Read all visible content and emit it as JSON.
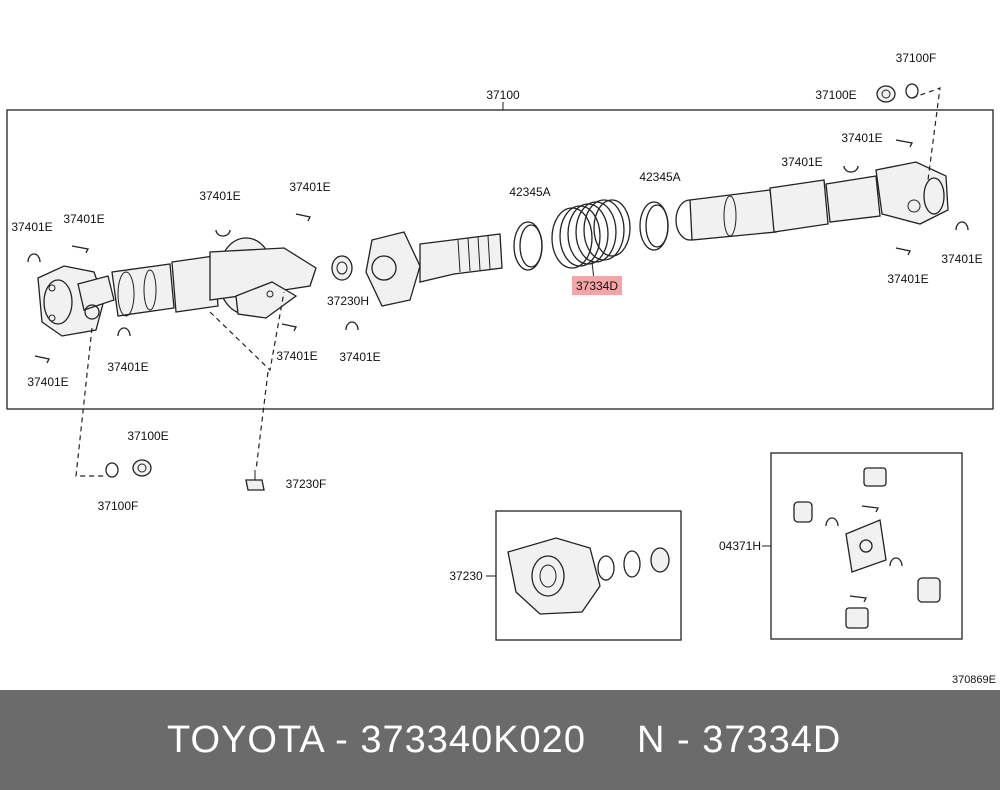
{
  "labels": {
    "assembly": "37100",
    "clip": "37401E",
    "nut_e": "37100E",
    "washer_f": "37100F",
    "center_bearing": "37230",
    "bolt_h": "37230H",
    "bolt_f": "37230F",
    "boot_clamp": "42345A",
    "boot": "37334D",
    "spider_kit": "04371H",
    "drawing_code": "370869E"
  },
  "footer": {
    "part_number": "TOYOTA - 373340K020",
    "ref": "N - 37334D"
  },
  "colors": {
    "highlight": "#f4a6a6",
    "footer_bg": "#6b6b6b"
  }
}
